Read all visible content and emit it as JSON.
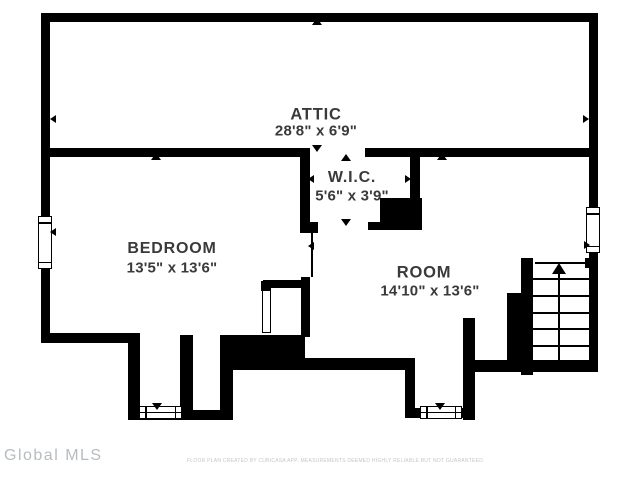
{
  "rooms": {
    "attic": {
      "name": "ATTIC",
      "dimensions": "28'8\" x 6'9\""
    },
    "wic": {
      "name": "W.I.C.",
      "dimensions": "5'6\" x 3'9\""
    },
    "bedroom": {
      "name": "BEDROOM",
      "dimensions": "13'5\" x 13'6\""
    },
    "room": {
      "name": "ROOM",
      "dimensions": "14'10\" x 13'6\""
    }
  },
  "stairs": {
    "direction": "up"
  },
  "watermark": "Global MLS",
  "disclaimer": "FLOOR PLAN CREATED BY CUBICASA APP. MEASUREMENTS DEEMED HIGHLY RELIABLE BUT NOT GUARANTEED.",
  "colors": {
    "wall": "#000000",
    "label": "#3a3a3a",
    "watermark": "#b7bcbf",
    "disclaimer": "#c4c6c7",
    "background": "#ffffff"
  }
}
